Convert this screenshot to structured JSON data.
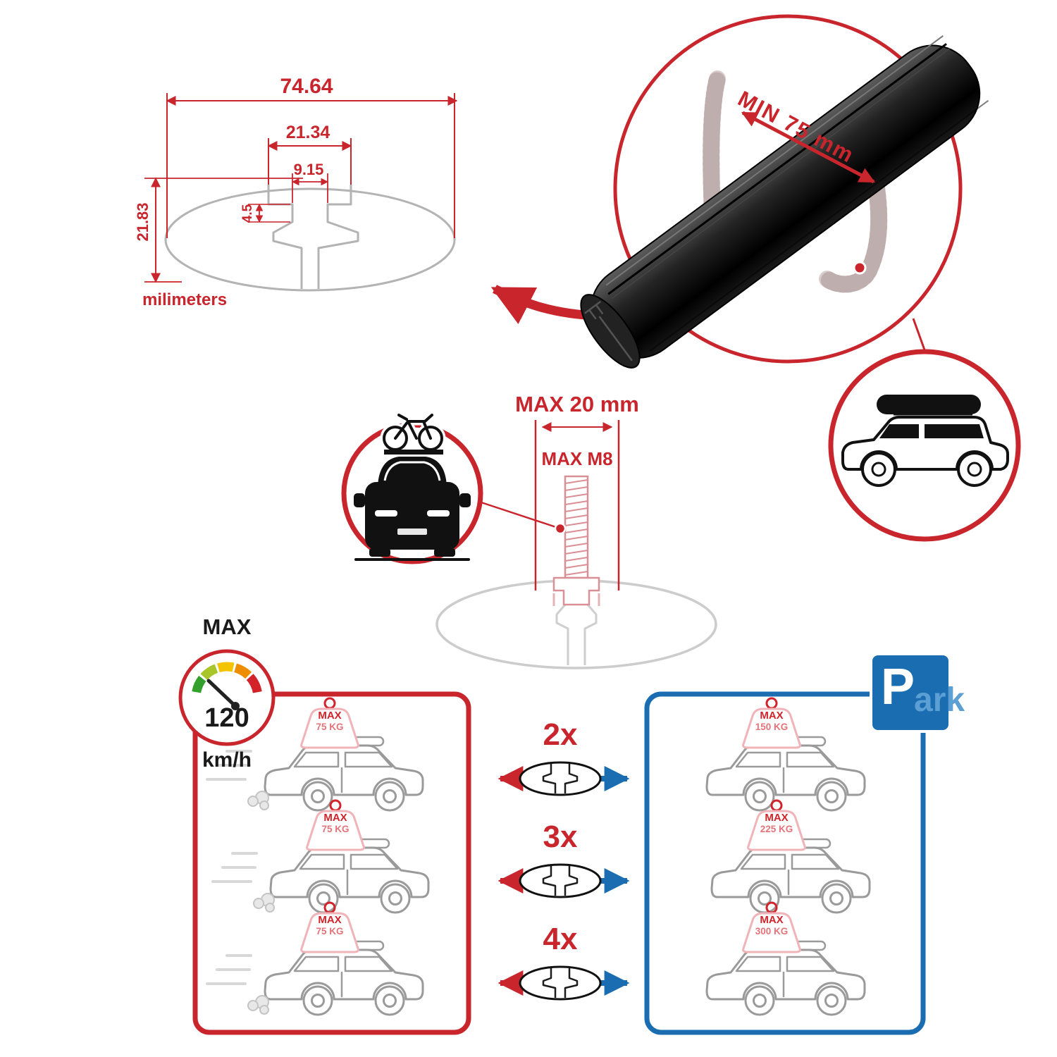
{
  "colors": {
    "red": "#c9252c",
    "blue": "#1a6db1",
    "pink": "#f0b3b8",
    "gray_outline": "#b3b3b3",
    "bar_black": "#121212"
  },
  "section_dimensions": {
    "total_width": "74.64",
    "channel_width": "21.34",
    "slot_width": "9.15",
    "slot_depth": "4.5",
    "total_height": "21.83",
    "units": "milimeters"
  },
  "section_bar": {
    "min_span": "MIN 75 mm"
  },
  "section_bolt": {
    "max_length": "MAX 20 mm",
    "max_thread": "MAX M8"
  },
  "section_speed": {
    "label": "MAX",
    "value": "120",
    "units": "km/h"
  },
  "section_park": {
    "p": "P",
    "ark": "ark"
  },
  "rows": [
    {
      "multiplier": "2x",
      "left_tag": {
        "label": "MAX",
        "value": "75 KG"
      },
      "right_tag": {
        "label": "MAX",
        "value": "150 KG"
      }
    },
    {
      "multiplier": "3x",
      "left_tag": {
        "label": "MAX",
        "value": "75 KG"
      },
      "right_tag": {
        "label": "MAX",
        "value": "225 KG"
      }
    },
    {
      "multiplier": "4x",
      "left_tag": {
        "label": "MAX",
        "value": "75 KG"
      },
      "right_tag": {
        "label": "MAX",
        "value": "300 KG"
      }
    }
  ]
}
